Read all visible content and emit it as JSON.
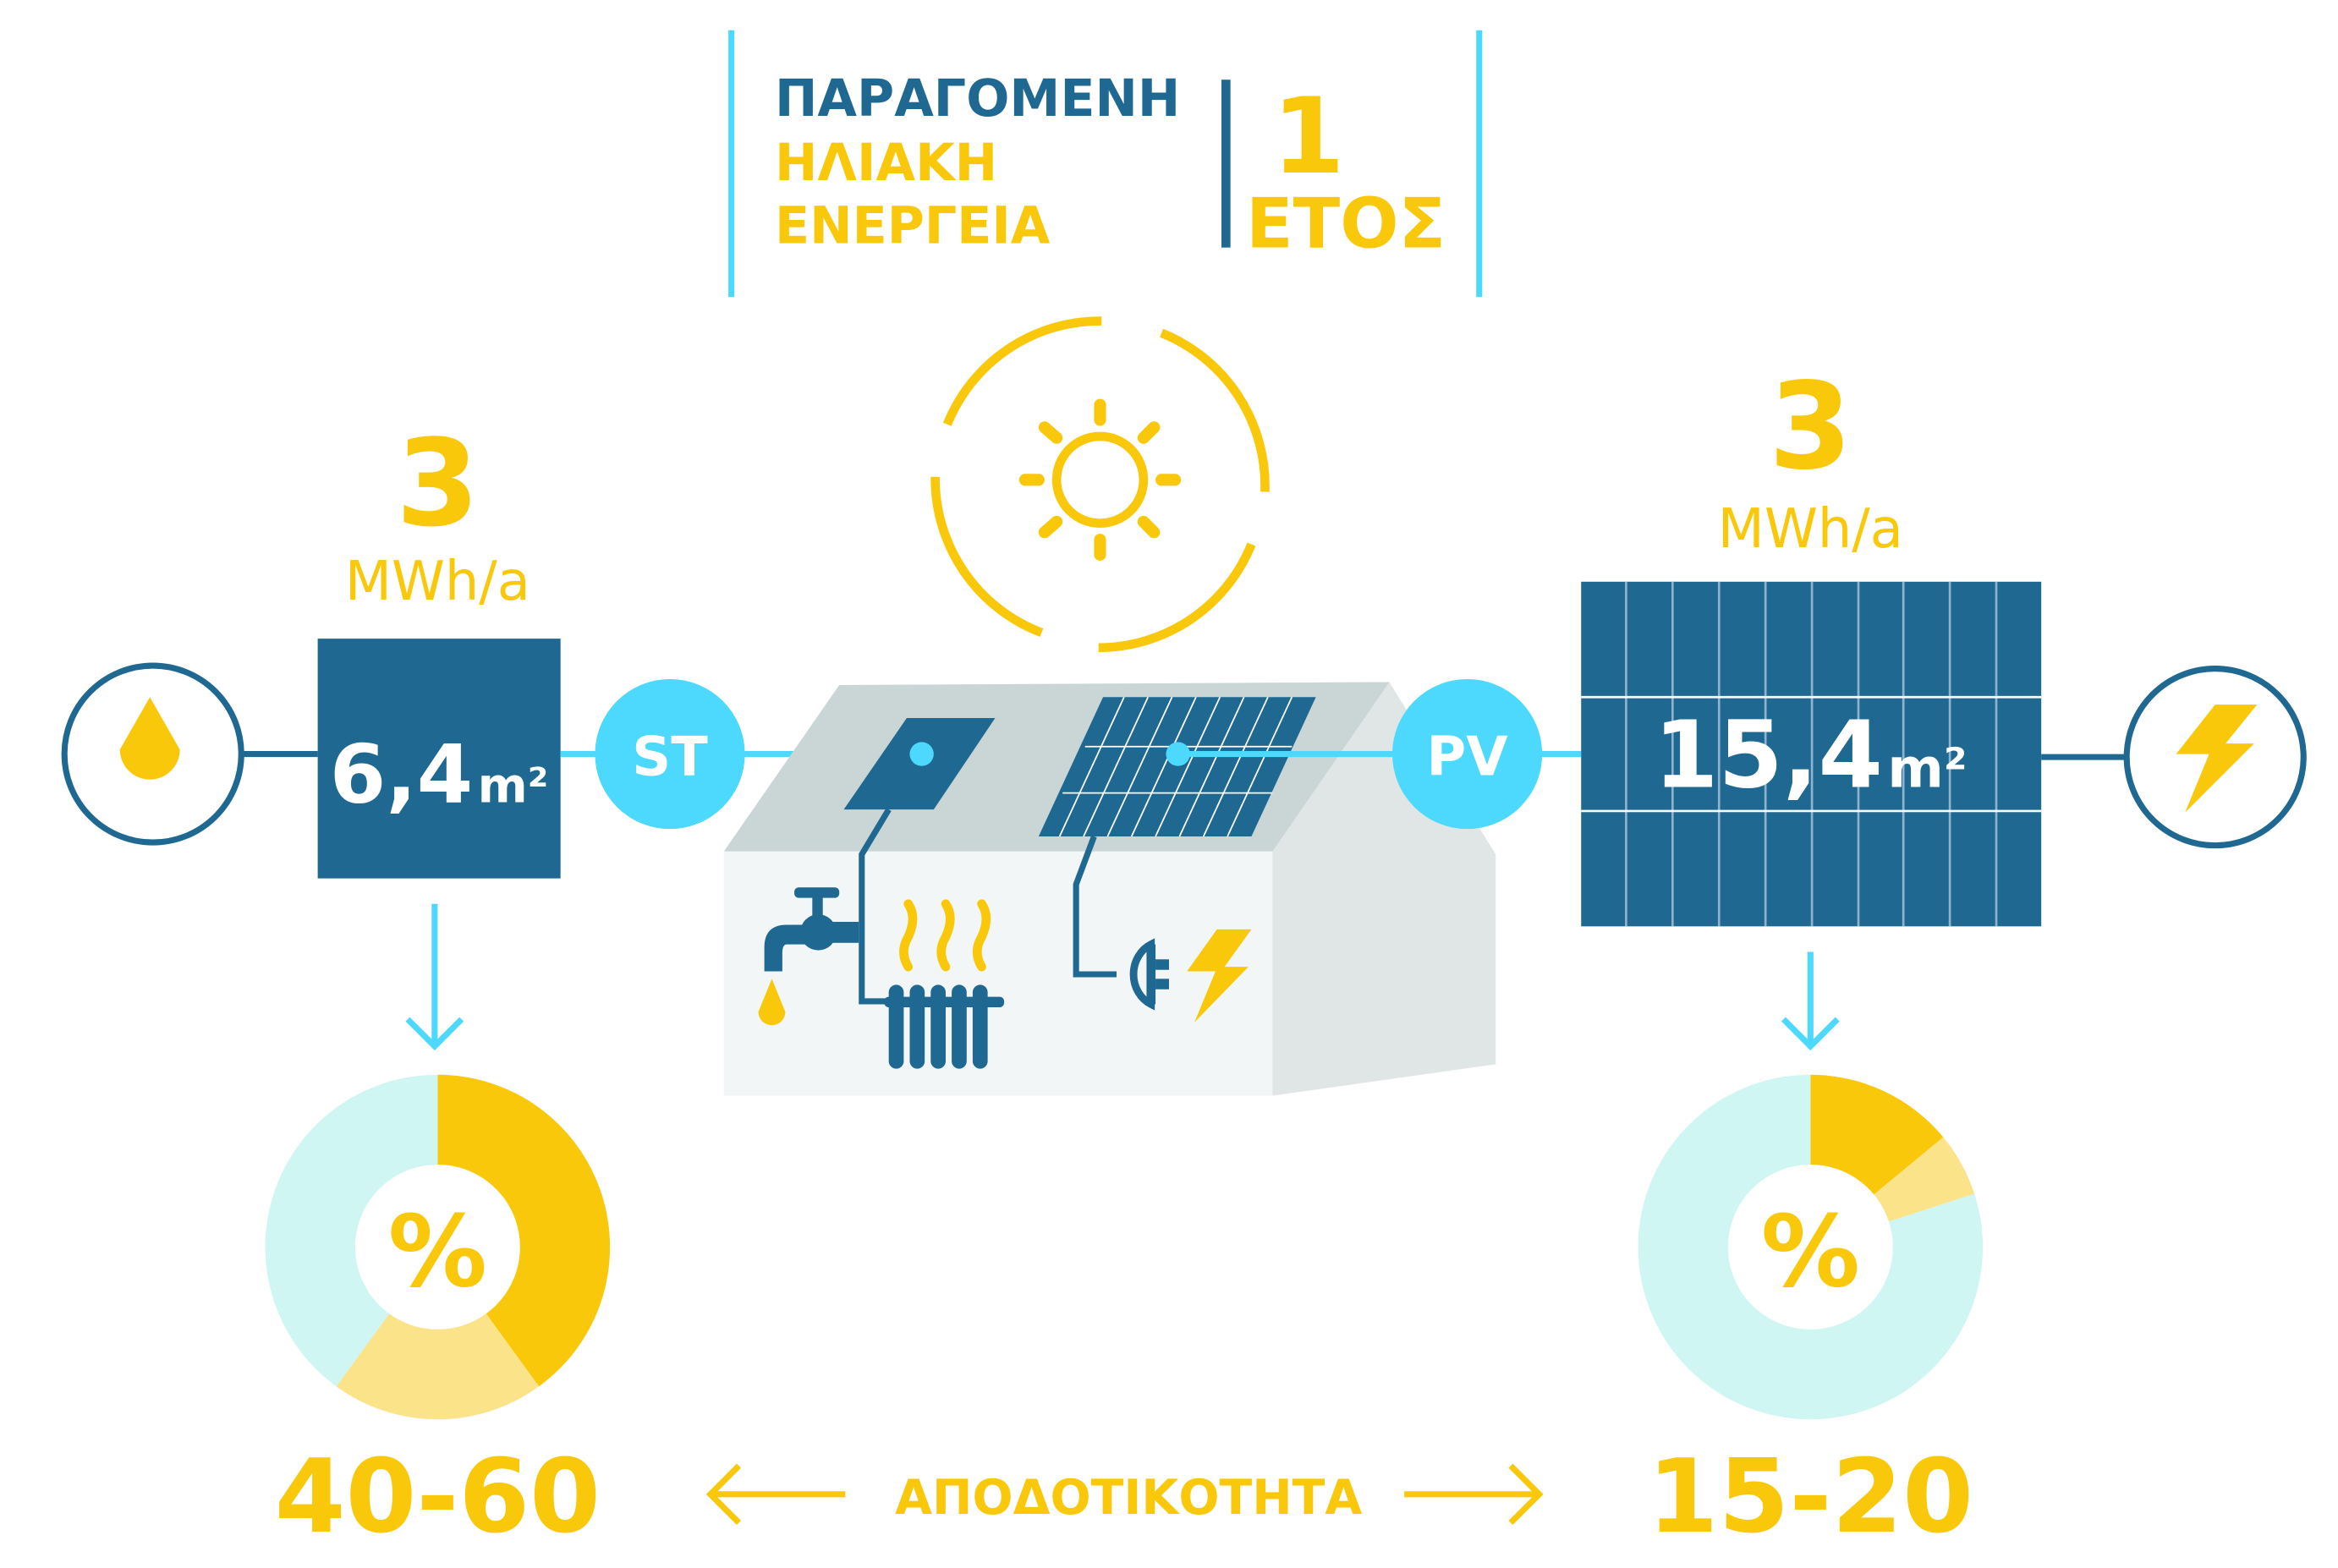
{
  "title": {
    "line1": "ΠΑΡΑΓΟΜΕΝΗ",
    "line2": "ΗΛΙΑΚΗ",
    "line3": "ΕΝΕΡΓΕΙΑ",
    "period_number": "1",
    "period_unit": "ΕΤΟΣ"
  },
  "colors": {
    "dark_blue": "#1f6891",
    "light_blue": "#4dd8fd",
    "yellow": "#f9c80b",
    "light_yellow": "#fbe38a",
    "light_cyan": "#cff6f2",
    "roof": "#c9d6d5",
    "wall": "#f2f6f6",
    "side": "#dfe6e5"
  },
  "solar_thermal": {
    "energy_value": "3",
    "energy_unit": "MWh/a",
    "area_value": "6,4",
    "area_unit": "m²",
    "badge": "ST",
    "efficiency": "40-60",
    "percent_icon": "%"
  },
  "photovoltaic": {
    "energy_value": "3",
    "energy_unit": "MWh/a",
    "area_value": "15,4",
    "area_unit": "m²",
    "badge": "PV",
    "efficiency": "15-20",
    "percent_icon": "%"
  },
  "efficiency_label": "ΑΠΟΔΟΤΙΚΟΤΗΤΑ",
  "chart_data": [
    {
      "type": "pie",
      "title": "ST",
      "segments": [
        {
          "name": "yellow",
          "value": 40
        },
        {
          "name": "light-yellow",
          "value": 20
        },
        {
          "name": "light-cyan",
          "value": 40
        }
      ]
    },
    {
      "type": "pie",
      "title": "PV",
      "segments": [
        {
          "name": "yellow",
          "value": 14
        },
        {
          "name": "light-yellow",
          "value": 6
        },
        {
          "name": "light-cyan",
          "value": 80
        }
      ]
    }
  ]
}
